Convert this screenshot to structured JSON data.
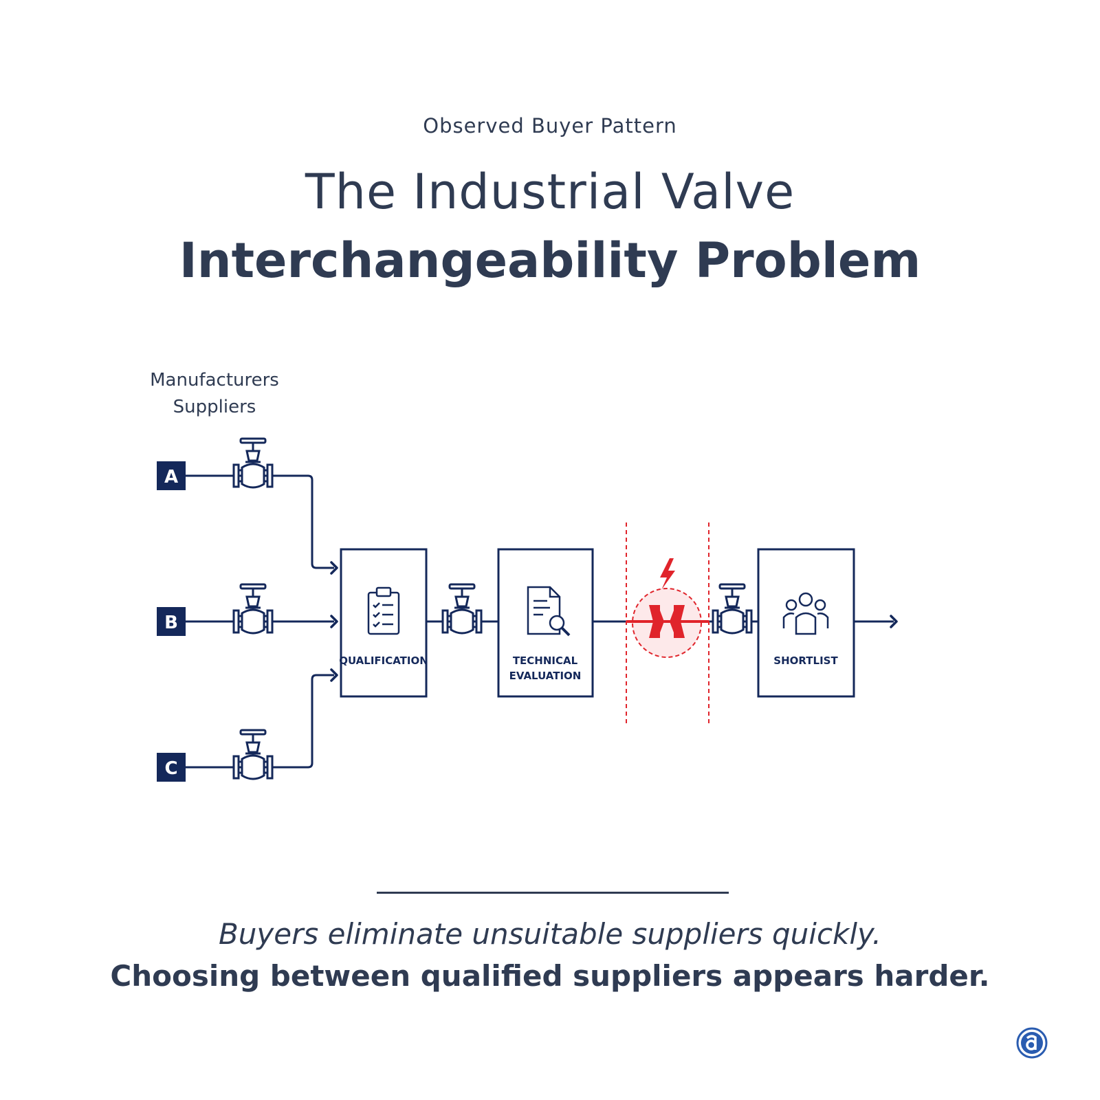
{
  "header": {
    "eyebrow": "Observed Buyer Pattern",
    "title_line1": "The Industrial Valve",
    "title_line2": "Interchangeability Problem"
  },
  "diagram": {
    "source_label_line1": "Manufacturers",
    "source_label_line2": "Suppliers",
    "sources": [
      "A",
      "B",
      "C"
    ],
    "stages": [
      {
        "label_lines": [
          "QUALIFICATION"
        ],
        "icon": "clipboard-checklist-icon"
      },
      {
        "label_lines": [
          "TECHNICAL",
          "EVALUATION"
        ],
        "icon": "document-search-icon"
      },
      {
        "label_lines": [
          "SHORTLIST"
        ],
        "icon": "people-group-icon"
      }
    ],
    "bottleneck_icon": "broken-pipe-lightning-icon",
    "colors": {
      "navy": "#14285a",
      "red": "#e0242b",
      "text": "#2f3b52"
    }
  },
  "footer": {
    "caption_line1": "Buyers eliminate unsuitable suppliers quickly.",
    "caption_line2": "Choosing between qualified suppliers appears harder.",
    "logo_icon": "brand-a-logo-icon"
  }
}
